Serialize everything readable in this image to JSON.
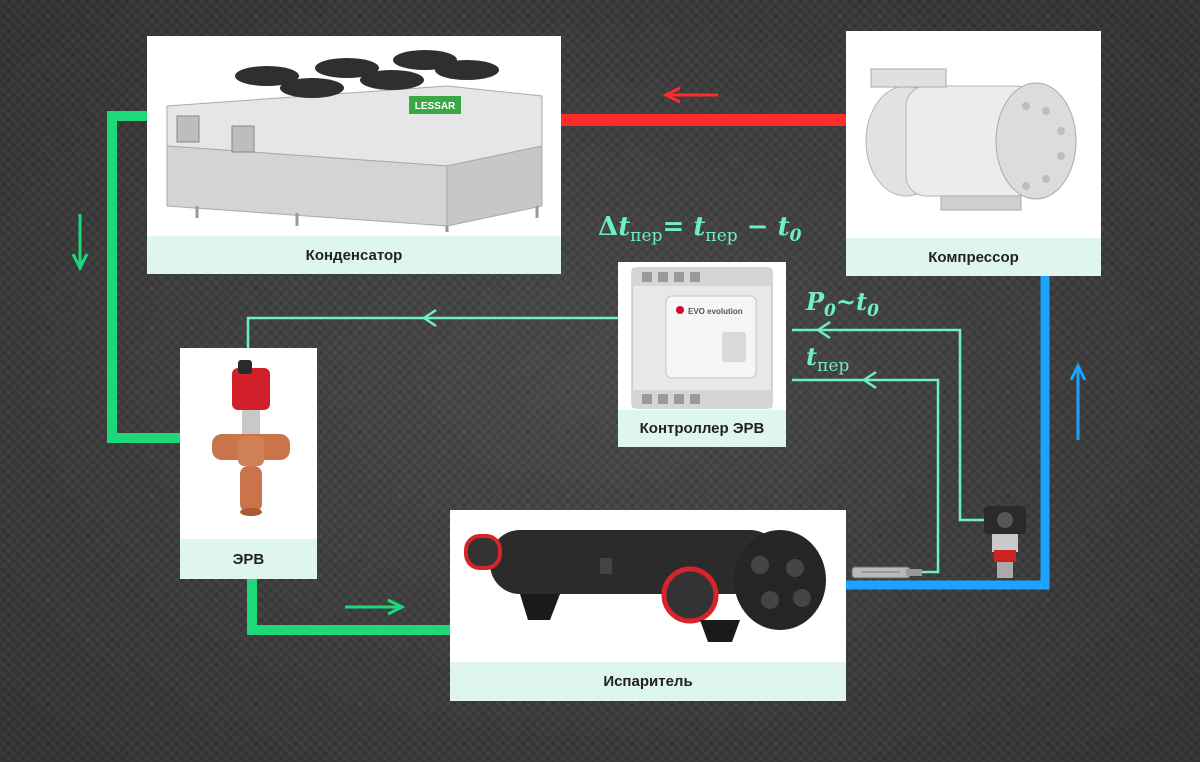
{
  "colors": {
    "hot_line": "#ff2a2a",
    "liquid_line": "#1ed97a",
    "suction_line": "#1aa3ff",
    "signal_line": "#6ff0c0",
    "label_bg": "#dff6ec",
    "formula_text": "#6ff0c0"
  },
  "components": {
    "condenser": {
      "label": "Конденсатор",
      "brand_logo": "LESSAR"
    },
    "compressor": {
      "label": "Компрессор"
    },
    "controller": {
      "label": "Контроллер ЭРВ",
      "device_text": "EVO evolution"
    },
    "valve": {
      "label": "ЭРВ"
    },
    "evaporator": {
      "label": "Испаритель"
    }
  },
  "formulas": {
    "superheat": {
      "delta": "Δ",
      "t": "t",
      "sub_per": "пер",
      "equals": "=",
      "minus": "−",
      "zero": "0"
    },
    "pressure": {
      "p": "P",
      "zero": "0",
      "tilde": "~",
      "t": "t"
    },
    "temp": {
      "t": "t",
      "sub_per": "пер"
    }
  },
  "icons": {
    "flow_arrows": [
      "arrow-left-icon",
      "arrow-down-icon",
      "arrow-right-icon",
      "arrow-up-icon"
    ],
    "signal_arrows": [
      "signal-arrow-left-icon"
    ]
  }
}
